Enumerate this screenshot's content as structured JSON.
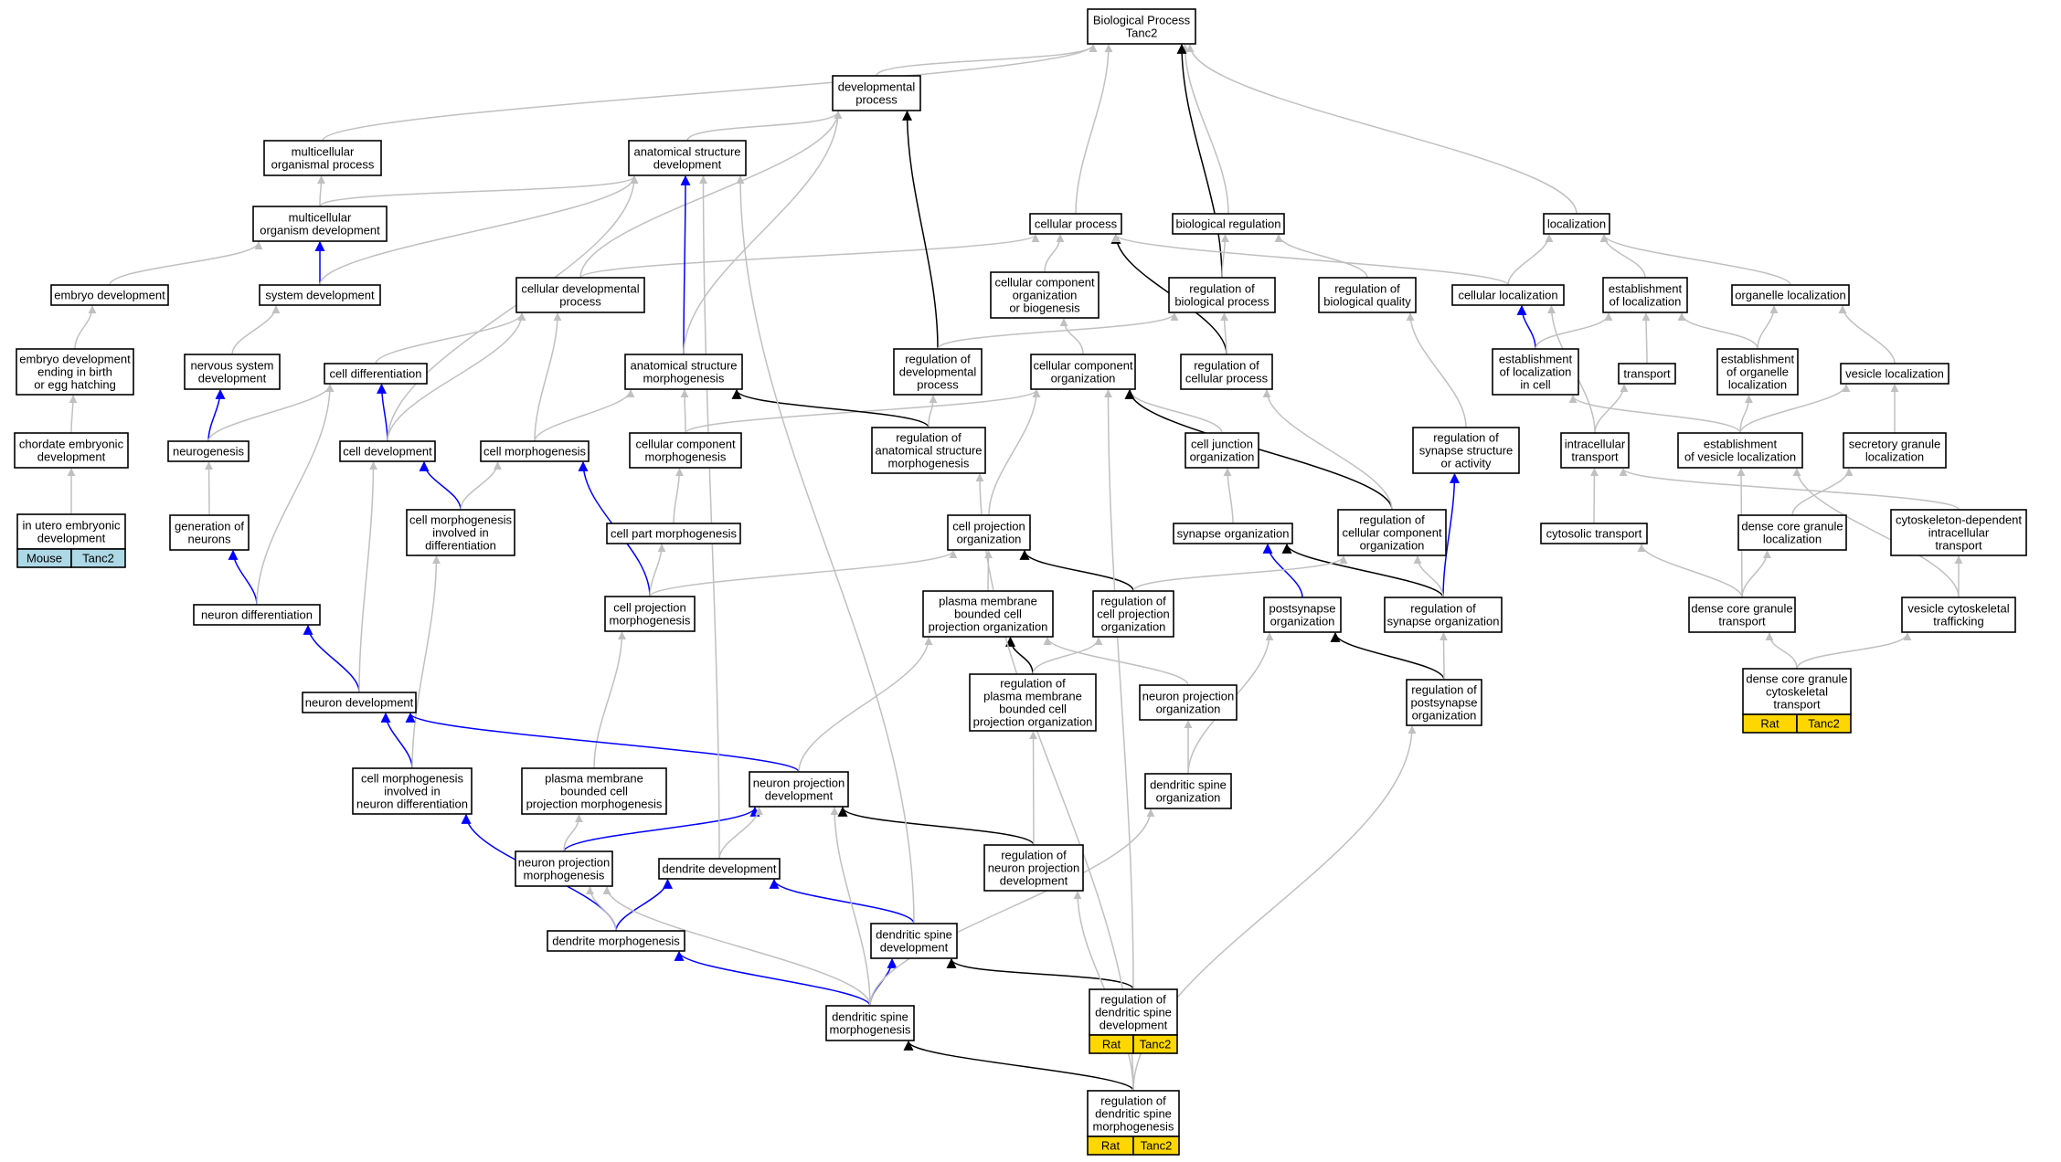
{
  "colors": {
    "gray": "#c0c0c0",
    "black": "#000000",
    "blue": "#0000ff",
    "mouse": "#add8e6",
    "rat": "#ffd700"
  },
  "nodes": [
    {
      "id": "bp",
      "lines": [
        "Biological Process",
        "Tanc2"
      ]
    },
    {
      "id": "devproc",
      "lines": [
        "developmental",
        "process"
      ]
    },
    {
      "id": "multiproc",
      "lines": [
        "multicellular",
        "organismal process"
      ]
    },
    {
      "id": "asd",
      "lines": [
        "anatomical structure",
        "development"
      ]
    },
    {
      "id": "multidev",
      "lines": [
        "multicellular",
        "organism development"
      ]
    },
    {
      "id": "cellproc",
      "lines": [
        "cellular process"
      ]
    },
    {
      "id": "bioreg",
      "lines": [
        "biological regulation"
      ]
    },
    {
      "id": "loc",
      "lines": [
        "localization"
      ]
    },
    {
      "id": "embryodev",
      "lines": [
        "embryo development"
      ]
    },
    {
      "id": "sysdev",
      "lines": [
        "system development"
      ]
    },
    {
      "id": "celldevproc",
      "lines": [
        "cellular developmental",
        "process"
      ]
    },
    {
      "id": "ccob",
      "lines": [
        "cellular component",
        "organization",
        "or biogenesis"
      ]
    },
    {
      "id": "regbp",
      "lines": [
        "regulation of",
        "biological process"
      ]
    },
    {
      "id": "regbq",
      "lines": [
        "regulation of",
        "biological quality"
      ]
    },
    {
      "id": "cellloc",
      "lines": [
        "cellular localization"
      ]
    },
    {
      "id": "estloc",
      "lines": [
        "establishment",
        "of localization"
      ]
    },
    {
      "id": "orgloc",
      "lines": [
        "organelle localization"
      ]
    },
    {
      "id": "embryobirth",
      "lines": [
        "embryo development",
        "ending in birth",
        "or egg hatching"
      ]
    },
    {
      "id": "nsdev",
      "lines": [
        "nervous system",
        "development"
      ]
    },
    {
      "id": "celldiff",
      "lines": [
        "cell differentiation"
      ]
    },
    {
      "id": "asm",
      "lines": [
        "anatomical structure",
        "morphogenesis"
      ]
    },
    {
      "id": "regdev",
      "lines": [
        "regulation of",
        "developmental",
        "process"
      ]
    },
    {
      "id": "cco",
      "lines": [
        "cellular component",
        "organization"
      ]
    },
    {
      "id": "regcp",
      "lines": [
        "regulation of",
        "cellular process"
      ]
    },
    {
      "id": "estlocincell",
      "lines": [
        "establishment",
        "of localization",
        "in cell"
      ]
    },
    {
      "id": "transport",
      "lines": [
        "transport"
      ]
    },
    {
      "id": "estorgloc",
      "lines": [
        "establishment",
        "of organelle",
        "localization"
      ]
    },
    {
      "id": "vesloc",
      "lines": [
        "vesicle localization"
      ]
    },
    {
      "id": "chordate",
      "lines": [
        "chordate embryonic",
        "development"
      ]
    },
    {
      "id": "neurogenesis",
      "lines": [
        "neurogenesis"
      ]
    },
    {
      "id": "celldev",
      "lines": [
        "cell development"
      ]
    },
    {
      "id": "cellmorph",
      "lines": [
        "cell morphogenesis"
      ]
    },
    {
      "id": "ccmorph",
      "lines": [
        "cellular component",
        "morphogenesis"
      ]
    },
    {
      "id": "regasm",
      "lines": [
        "regulation of",
        "anatomical structure",
        "morphogenesis"
      ]
    },
    {
      "id": "celljunc",
      "lines": [
        "cell junction",
        "organization"
      ]
    },
    {
      "id": "regsynact",
      "lines": [
        "regulation of",
        "synapse structure",
        "or activity"
      ]
    },
    {
      "id": "intratrans",
      "lines": [
        "intracellular",
        "transport"
      ]
    },
    {
      "id": "estvesloc",
      "lines": [
        "establishment",
        "of vesicle localization"
      ]
    },
    {
      "id": "secgran",
      "lines": [
        "secretory granule",
        "localization"
      ]
    },
    {
      "id": "inutero",
      "lines": [
        "in utero embryonic",
        "development"
      ],
      "tag": [
        "Mouse",
        "Tanc2"
      ],
      "tagColor": "mouse"
    },
    {
      "id": "genneur",
      "lines": [
        "generation of",
        "neurons"
      ]
    },
    {
      "id": "cmdiff",
      "lines": [
        "cell morphogenesis",
        "involved in",
        "differentiation"
      ]
    },
    {
      "id": "cellpartmorph",
      "lines": [
        "cell part morphogenesis"
      ]
    },
    {
      "id": "cpo",
      "lines": [
        "cell projection",
        "organization"
      ]
    },
    {
      "id": "synorg",
      "lines": [
        "synapse organization"
      ]
    },
    {
      "id": "regcco",
      "lines": [
        "regulation of",
        "cellular component",
        "organization"
      ]
    },
    {
      "id": "cytotrans",
      "lines": [
        "cytosolic transport"
      ]
    },
    {
      "id": "dcgloc",
      "lines": [
        "dense core granule",
        "localization"
      ]
    },
    {
      "id": "cytodep",
      "lines": [
        "cytoskeleton-dependent",
        "intracellular",
        "transport"
      ]
    },
    {
      "id": "neurdiff",
      "lines": [
        "neuron differentiation"
      ]
    },
    {
      "id": "cpmorph",
      "lines": [
        "cell projection",
        "morphogenesis"
      ]
    },
    {
      "id": "pmbcpo",
      "lines": [
        "plasma membrane",
        "bounded cell",
        "projection organization"
      ]
    },
    {
      "id": "regcpo",
      "lines": [
        "regulation of",
        "cell projection",
        "organization"
      ]
    },
    {
      "id": "postsynorg",
      "lines": [
        "postsynapse",
        "organization"
      ]
    },
    {
      "id": "regsynorg",
      "lines": [
        "regulation of",
        "synapse organization"
      ]
    },
    {
      "id": "dcgtrans",
      "lines": [
        "dense core granule",
        "transport"
      ]
    },
    {
      "id": "vescyto",
      "lines": [
        "vesicle cytoskeletal",
        "trafficking"
      ]
    },
    {
      "id": "regpmbcpo",
      "lines": [
        "regulation of",
        "plasma membrane",
        "bounded cell",
        "projection organization"
      ]
    },
    {
      "id": "npo",
      "lines": [
        "neuron projection",
        "organization"
      ]
    },
    {
      "id": "regpostsyn",
      "lines": [
        "regulation of",
        "postsynapse",
        "organization"
      ]
    },
    {
      "id": "dcgcyto",
      "lines": [
        "dense core granule",
        "cytoskeletal",
        "transport"
      ],
      "tag": [
        "Rat",
        "Tanc2"
      ],
      "tagColor": "rat"
    },
    {
      "id": "neurdev",
      "lines": [
        "neuron development"
      ]
    },
    {
      "id": "cmndiff",
      "lines": [
        "cell morphogenesis",
        "involved in",
        "neuron differentiation"
      ]
    },
    {
      "id": "pmbcpm",
      "lines": [
        "plasma membrane",
        "bounded cell",
        "projection morphogenesis"
      ]
    },
    {
      "id": "npdev",
      "lines": [
        "neuron projection",
        "development"
      ]
    },
    {
      "id": "dsorg",
      "lines": [
        "dendritic spine",
        "organization"
      ]
    },
    {
      "id": "npmorph",
      "lines": [
        "neuron projection",
        "morphogenesis"
      ]
    },
    {
      "id": "dendev",
      "lines": [
        "dendrite development"
      ]
    },
    {
      "id": "regnpdev",
      "lines": [
        "regulation of",
        "neuron projection",
        "development"
      ]
    },
    {
      "id": "denmorph",
      "lines": [
        "dendrite morphogenesis"
      ]
    },
    {
      "id": "dsdev",
      "lines": [
        "dendritic spine",
        "development"
      ]
    },
    {
      "id": "dsmorph",
      "lines": [
        "dendritic spine",
        "morphogenesis"
      ]
    },
    {
      "id": "regdsdev",
      "lines": [
        "regulation of",
        "dendritic spine",
        "development"
      ],
      "tag": [
        "Rat",
        "Tanc2"
      ],
      "tagColor": "rat"
    },
    {
      "id": "regdsmorph",
      "lines": [
        "regulation of",
        "dendritic spine",
        "morphogenesis"
      ],
      "tag": [
        "Rat",
        "Tanc2"
      ],
      "tagColor": "rat"
    }
  ],
  "edges": [
    {
      "from": "devproc",
      "to": "bp",
      "color": "gray"
    },
    {
      "from": "multiproc",
      "to": "bp",
      "color": "gray"
    },
    {
      "from": "cellproc",
      "to": "bp",
      "color": "gray"
    },
    {
      "from": "bioreg",
      "to": "bp",
      "color": "gray"
    },
    {
      "from": "loc",
      "to": "bp",
      "color": "gray"
    },
    {
      "from": "regbp",
      "to": "bp",
      "color": "black"
    },
    {
      "from": "asd",
      "to": "devproc",
      "color": "gray"
    },
    {
      "from": "multidev",
      "to": "multiproc",
      "color": "gray"
    },
    {
      "from": "multidev",
      "to": "asd",
      "color": "gray"
    },
    {
      "from": "sysdev",
      "to": "multidev",
      "color": "blue"
    },
    {
      "from": "sysdev",
      "to": "asd",
      "color": "gray"
    },
    {
      "from": "embryodev",
      "to": "multidev",
      "color": "gray"
    },
    {
      "from": "embryobirth",
      "to": "embryodev",
      "color": "gray"
    },
    {
      "from": "chordate",
      "to": "embryobirth",
      "color": "gray"
    },
    {
      "from": "inutero",
      "to": "chordate",
      "color": "gray"
    },
    {
      "from": "nsdev",
      "to": "sysdev",
      "color": "gray"
    },
    {
      "from": "neurogenesis",
      "to": "nsdev",
      "color": "blue"
    },
    {
      "from": "neurogenesis",
      "to": "celldiff",
      "color": "gray"
    },
    {
      "from": "genneur",
      "to": "neurogenesis",
      "color": "gray"
    },
    {
      "from": "neurdiff",
      "to": "genneur",
      "color": "blue"
    },
    {
      "from": "neurdiff",
      "to": "celldiff",
      "color": "gray"
    },
    {
      "from": "celldevproc",
      "to": "devproc",
      "color": "gray"
    },
    {
      "from": "celldevproc",
      "to": "cellproc",
      "color": "gray"
    },
    {
      "from": "celldiff",
      "to": "celldevproc",
      "color": "gray"
    },
    {
      "from": "celldev",
      "to": "celldiff",
      "color": "blue"
    },
    {
      "from": "celldev",
      "to": "celldevproc",
      "color": "gray"
    },
    {
      "from": "celldev",
      "to": "asd",
      "color": "gray"
    },
    {
      "from": "asm",
      "to": "asd",
      "color": "blue"
    },
    {
      "from": "asm",
      "to": "devproc",
      "color": "gray"
    },
    {
      "from": "cmdiff",
      "to": "celldev",
      "color": "blue"
    },
    {
      "from": "cmdiff",
      "to": "cellmorph",
      "color": "gray"
    },
    {
      "from": "cellmorph",
      "to": "asm",
      "color": "gray"
    },
    {
      "from": "cellmorph",
      "to": "celldevproc",
      "color": "gray"
    },
    {
      "from": "ccmorph",
      "to": "asm",
      "color": "gray"
    },
    {
      "from": "ccmorph",
      "to": "cco",
      "color": "gray"
    },
    {
      "from": "regasm",
      "to": "asm",
      "color": "black"
    },
    {
      "from": "regasm",
      "to": "regdev",
      "color": "gray"
    },
    {
      "from": "regdev",
      "to": "devproc",
      "color": "black"
    },
    {
      "from": "regdev",
      "to": "regbp",
      "color": "gray"
    },
    {
      "from": "ccob",
      "to": "cellproc",
      "color": "gray"
    },
    {
      "from": "cco",
      "to": "ccob",
      "color": "gray"
    },
    {
      "from": "regbp",
      "to": "bioreg",
      "color": "gray"
    },
    {
      "from": "regcp",
      "to": "cellproc",
      "color": "black"
    },
    {
      "from": "regcp",
      "to": "regbp",
      "color": "gray"
    },
    {
      "from": "regbq",
      "to": "bioreg",
      "color": "gray"
    },
    {
      "from": "cellloc",
      "to": "loc",
      "color": "gray"
    },
    {
      "from": "cellloc",
      "to": "cellproc",
      "color": "gray"
    },
    {
      "from": "estloc",
      "to": "loc",
      "color": "gray"
    },
    {
      "from": "orgloc",
      "to": "loc",
      "color": "gray"
    },
    {
      "from": "estlocincell",
      "to": "cellloc",
      "color": "blue"
    },
    {
      "from": "estlocincell",
      "to": "estloc",
      "color": "gray"
    },
    {
      "from": "transport",
      "to": "estloc",
      "color": "gray"
    },
    {
      "from": "estorgloc",
      "to": "estloc",
      "color": "gray"
    },
    {
      "from": "estorgloc",
      "to": "orgloc",
      "color": "gray"
    },
    {
      "from": "vesloc",
      "to": "orgloc",
      "color": "gray"
    },
    {
      "from": "intratrans",
      "to": "transport",
      "color": "gray"
    },
    {
      "from": "intratrans",
      "to": "cellloc",
      "color": "gray"
    },
    {
      "from": "estvesloc",
      "to": "estorgloc",
      "color": "gray"
    },
    {
      "from": "estvesloc",
      "to": "vesloc",
      "color": "gray"
    },
    {
      "from": "estvesloc",
      "to": "estlocincell",
      "color": "gray"
    },
    {
      "from": "secgran",
      "to": "vesloc",
      "color": "gray"
    },
    {
      "from": "cytotrans",
      "to": "intratrans",
      "color": "gray"
    },
    {
      "from": "dcgloc",
      "to": "secgran",
      "color": "gray"
    },
    {
      "from": "cytodep",
      "to": "intratrans",
      "color": "gray"
    },
    {
      "from": "dcgtrans",
      "to": "estvesloc",
      "color": "gray"
    },
    {
      "from": "dcgtrans",
      "to": "cytotrans",
      "color": "gray"
    },
    {
      "from": "dcgtrans",
      "to": "dcgloc",
      "color": "gray"
    },
    {
      "from": "vescyto",
      "to": "cytodep",
      "color": "gray"
    },
    {
      "from": "vescyto",
      "to": "estvesloc",
      "color": "gray"
    },
    {
      "from": "dcgcyto",
      "to": "dcgtrans",
      "color": "gray"
    },
    {
      "from": "dcgcyto",
      "to": "vescyto",
      "color": "gray"
    },
    {
      "from": "celljunc",
      "to": "cco",
      "color": "gray"
    },
    {
      "from": "synorg",
      "to": "celljunc",
      "color": "gray"
    },
    {
      "from": "regcco",
      "to": "cco",
      "color": "black"
    },
    {
      "from": "regcco",
      "to": "regcp",
      "color": "gray"
    },
    {
      "from": "regsynact",
      "to": "regbq",
      "color": "gray"
    },
    {
      "from": "regsynorg",
      "to": "regsynact",
      "color": "blue"
    },
    {
      "from": "regsynorg",
      "to": "synorg",
      "color": "black"
    },
    {
      "from": "regsynorg",
      "to": "regcco",
      "color": "gray"
    },
    {
      "from": "postsynorg",
      "to": "synorg",
      "color": "blue"
    },
    {
      "from": "regpostsyn",
      "to": "postsynorg",
      "color": "black"
    },
    {
      "from": "regpostsyn",
      "to": "regsynorg",
      "color": "gray"
    },
    {
      "from": "cpo",
      "to": "cco",
      "color": "gray"
    },
    {
      "from": "pmbcpo",
      "to": "cpo",
      "color": "gray"
    },
    {
      "from": "regcpo",
      "to": "cpo",
      "color": "black"
    },
    {
      "from": "regcpo",
      "to": "regcco",
      "color": "gray"
    },
    {
      "from": "regpmbcpo",
      "to": "pmbcpo",
      "color": "black"
    },
    {
      "from": "regpmbcpo",
      "to": "regcpo",
      "color": "gray"
    },
    {
      "from": "npo",
      "to": "pmbcpo",
      "color": "gray"
    },
    {
      "from": "dsorg",
      "to": "npo",
      "color": "gray"
    },
    {
      "from": "dsorg",
      "to": "postsynorg",
      "color": "gray"
    },
    {
      "from": "cpmorph",
      "to": "cellmorph",
      "color": "blue"
    },
    {
      "from": "cpmorph",
      "to": "cellpartmorph",
      "color": "gray"
    },
    {
      "from": "cpmorph",
      "to": "cpo",
      "color": "gray"
    },
    {
      "from": "cellpartmorph",
      "to": "ccmorph",
      "color": "gray"
    },
    {
      "from": "neurdev",
      "to": "neurdiff",
      "color": "blue"
    },
    {
      "from": "neurdev",
      "to": "celldev",
      "color": "gray"
    },
    {
      "from": "cmndiff",
      "to": "neurdev",
      "color": "blue"
    },
    {
      "from": "cmndiff",
      "to": "cmdiff",
      "color": "gray"
    },
    {
      "from": "pmbcpm",
      "to": "cpmorph",
      "color": "gray"
    },
    {
      "from": "npdev",
      "to": "neurdev",
      "color": "blue"
    },
    {
      "from": "npdev",
      "to": "pmbcpo",
      "color": "gray"
    },
    {
      "from": "npmorph",
      "to": "npdev",
      "color": "blue"
    },
    {
      "from": "npmorph",
      "to": "pmbcpm",
      "color": "gray"
    },
    {
      "from": "dendev",
      "to": "npdev",
      "color": "gray"
    },
    {
      "from": "dendev",
      "to": "asd",
      "color": "gray"
    },
    {
      "from": "regnpdev",
      "to": "npdev",
      "color": "black"
    },
    {
      "from": "regnpdev",
      "to": "regpmbcpo",
      "color": "gray"
    },
    {
      "from": "denmorph",
      "to": "dendev",
      "color": "blue"
    },
    {
      "from": "denmorph",
      "to": "cmndiff",
      "color": "blue"
    },
    {
      "from": "denmorph",
      "to": "npmorph",
      "color": "gray"
    },
    {
      "from": "dsdev",
      "to": "dendev",
      "color": "blue"
    },
    {
      "from": "dsdev",
      "to": "asd",
      "color": "gray"
    },
    {
      "from": "dsmorph",
      "to": "dsdev",
      "color": "blue"
    },
    {
      "from": "dsmorph",
      "to": "denmorph",
      "color": "blue"
    },
    {
      "from": "dsmorph",
      "to": "npmorph",
      "color": "gray"
    },
    {
      "from": "dsmorph",
      "to": "npdev",
      "color": "gray"
    },
    {
      "from": "dsmorph",
      "to": "dsorg",
      "color": "gray"
    },
    {
      "from": "regdsdev",
      "to": "dsdev",
      "color": "black"
    },
    {
      "from": "regdsdev",
      "to": "cco",
      "color": "gray"
    },
    {
      "from": "regdsmorph",
      "to": "dsmorph",
      "color": "black"
    },
    {
      "from": "regdsmorph",
      "to": "regnpdev",
      "color": "gray"
    },
    {
      "from": "regdsmorph",
      "to": "regasm",
      "color": "gray"
    },
    {
      "from": "regdsmorph",
      "to": "regpostsyn",
      "color": "gray"
    }
  ]
}
